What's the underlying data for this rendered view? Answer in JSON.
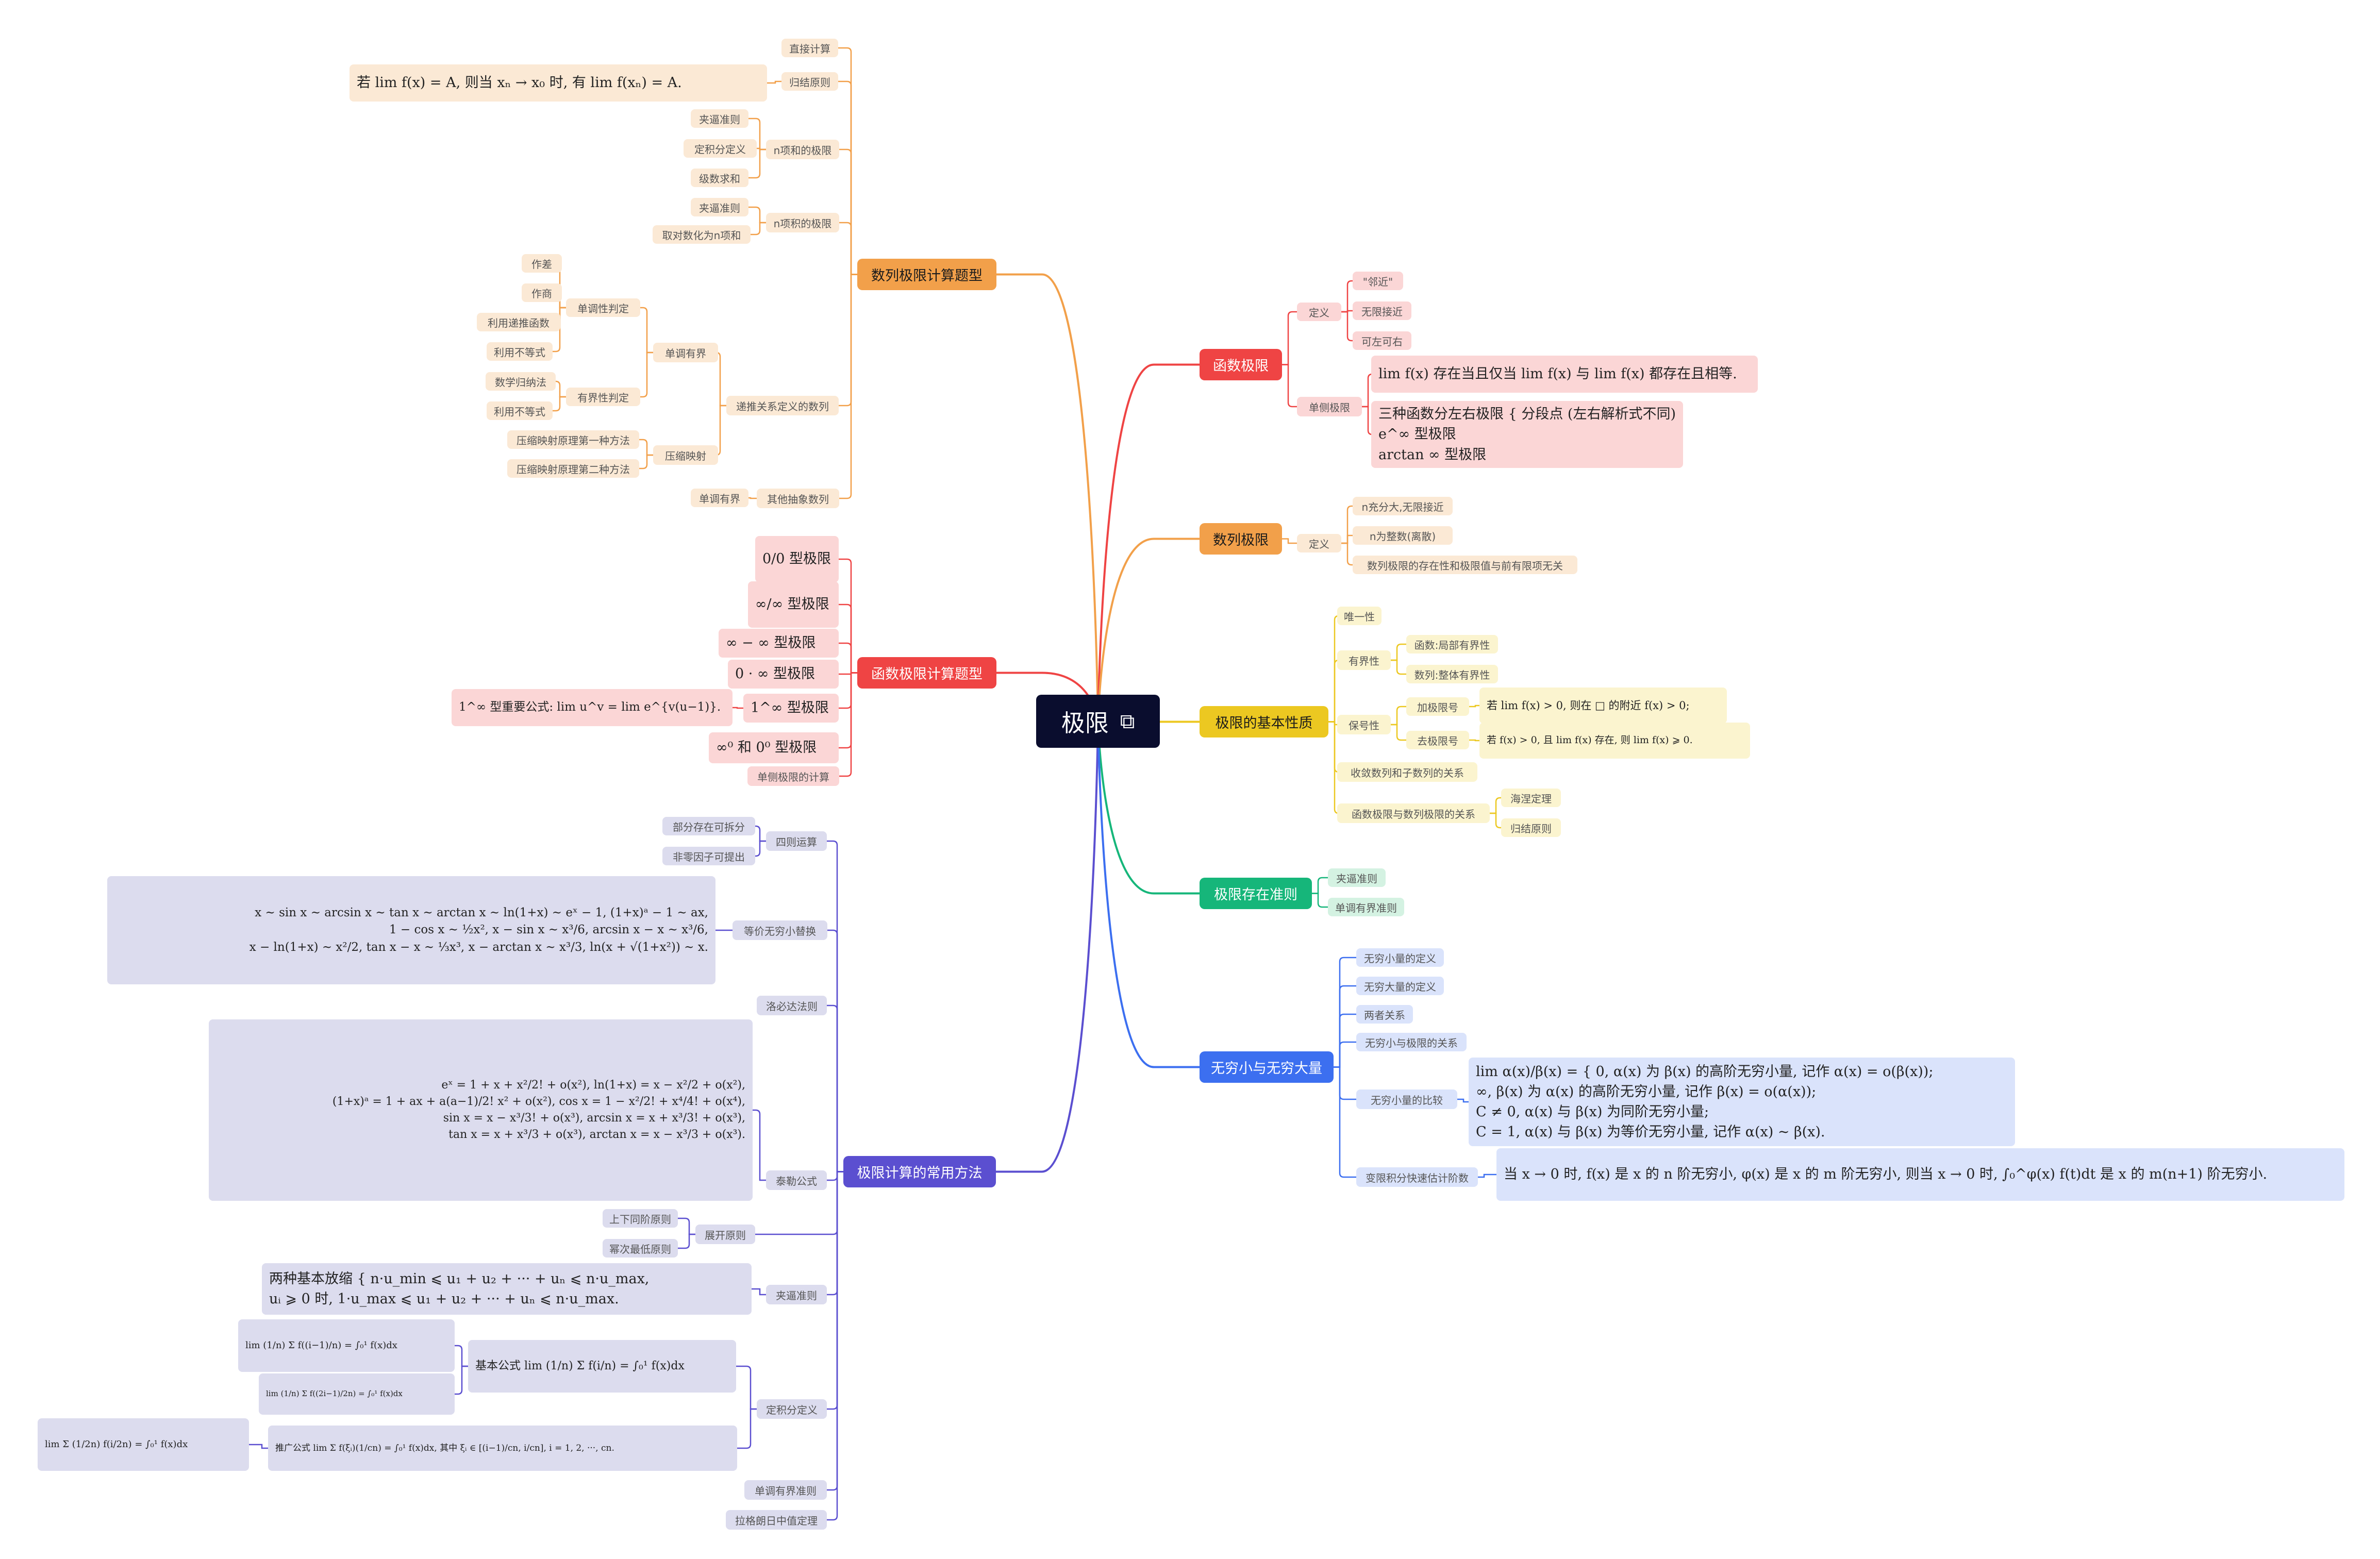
{
  "root": {
    "label": "极限",
    "icon": "link-icon"
  },
  "colors": {
    "orange": "#f2a04a",
    "red": "#ef4444",
    "yellow": "#ecc821",
    "green": "#16b67a",
    "blue": "#3c6ff0",
    "indigo": "#5b4fd0",
    "orange_bg": "#fbe9d5",
    "red_bg": "#fbd6d6",
    "yellow_bg": "#fbf4cf",
    "green_bg": "#d4f2e2",
    "blue_bg": "#dae3fb",
    "indigo_bg": "#dcdcee"
  },
  "nodes": [
    {
      "id": "root",
      "type": "root",
      "parent": null
    },
    {
      "id": "sl",
      "label": "数列极限计算题型",
      "type": "l1",
      "col": "orange",
      "parent": "root"
    },
    {
      "id": "sl1",
      "label": "直接计算",
      "type": "l2",
      "col": "orange",
      "parent": "sl"
    },
    {
      "id": "sl2",
      "label": "归结原则",
      "type": "l2",
      "col": "orange",
      "parent": "sl"
    },
    {
      "id": "sl2a",
      "label": "若 lim f(x) = A, 则当 xₙ → x₀ 时, 有 lim f(xₙ) = A.",
      "type": "math",
      "col": "orange",
      "parent": "sl2"
    },
    {
      "id": "sl3",
      "label": "n项和的极限",
      "type": "l2",
      "col": "orange",
      "parent": "sl"
    },
    {
      "id": "sl3a",
      "label": "夹逼准则",
      "type": "l2",
      "col": "orange",
      "parent": "sl3"
    },
    {
      "id": "sl3b",
      "label": "定积分定义",
      "type": "l2",
      "col": "orange",
      "parent": "sl3"
    },
    {
      "id": "sl3c",
      "label": "级数求和",
      "type": "l2",
      "col": "orange",
      "parent": "sl3"
    },
    {
      "id": "sl4",
      "label": "n项积的极限",
      "type": "l2",
      "col": "orange",
      "parent": "sl"
    },
    {
      "id": "sl4a",
      "label": "夹逼准则",
      "type": "l2",
      "col": "orange",
      "parent": "sl4"
    },
    {
      "id": "sl4b",
      "label": "取对数化为n项和",
      "type": "l2",
      "col": "orange",
      "parent": "sl4"
    },
    {
      "id": "sl5",
      "label": "递推关系定义的数列",
      "type": "l2",
      "col": "orange",
      "parent": "sl"
    },
    {
      "id": "sl5a",
      "label": "单调有界",
      "type": "l2",
      "col": "orange",
      "parent": "sl5"
    },
    {
      "id": "sl5a1",
      "label": "单调性判定",
      "type": "l2",
      "col": "orange",
      "parent": "sl5a"
    },
    {
      "id": "sl5a1a",
      "label": "作差",
      "type": "l2",
      "col": "orange",
      "parent": "sl5a1"
    },
    {
      "id": "sl5a1b",
      "label": "作商",
      "type": "l2",
      "col": "orange",
      "parent": "sl5a1"
    },
    {
      "id": "sl5a1c",
      "label": "利用递推函数",
      "type": "l2",
      "col": "orange",
      "parent": "sl5a1"
    },
    {
      "id": "sl5a1d",
      "label": "利用不等式",
      "type": "l2",
      "col": "orange",
      "parent": "sl5a1"
    },
    {
      "id": "sl5a2",
      "label": "有界性判定",
      "type": "l2",
      "col": "orange",
      "parent": "sl5a"
    },
    {
      "id": "sl5a2a",
      "label": "数学归纳法",
      "type": "l2",
      "col": "orange",
      "parent": "sl5a2"
    },
    {
      "id": "sl5a2b",
      "label": "利用不等式",
      "type": "l2",
      "col": "orange",
      "parent": "sl5a2"
    },
    {
      "id": "sl5b",
      "label": "压缩映射",
      "type": "l2",
      "col": "orange",
      "parent": "sl5"
    },
    {
      "id": "sl5b1",
      "label": "压缩映射原理第一种方法",
      "type": "l2",
      "col": "orange",
      "parent": "sl5b"
    },
    {
      "id": "sl5b2",
      "label": "压缩映射原理第二种方法",
      "type": "l2",
      "col": "orange",
      "parent": "sl5b"
    },
    {
      "id": "sl6",
      "label": "其他抽象数列",
      "type": "l2",
      "col": "orange",
      "parent": "sl"
    },
    {
      "id": "sl6a",
      "label": "单调有界",
      "type": "l2",
      "col": "orange",
      "parent": "sl6"
    },
    {
      "id": "fl",
      "label": "函数极限计算题型",
      "type": "l1",
      "col": "red",
      "parent": "root"
    },
    {
      "id": "fl1",
      "label": "0/0 型极限",
      "type": "math",
      "col": "red",
      "parent": "fl"
    },
    {
      "id": "fl2",
      "label": "∞/∞ 型极限",
      "type": "math",
      "col": "red",
      "parent": "fl"
    },
    {
      "id": "fl3",
      "label": "∞ − ∞ 型极限",
      "type": "math",
      "col": "red",
      "parent": "fl"
    },
    {
      "id": "fl4",
      "label": "0 · ∞ 型极限",
      "type": "math",
      "col": "red",
      "parent": "fl"
    },
    {
      "id": "fl5",
      "label": "1^∞ 型极限",
      "type": "math",
      "col": "red",
      "parent": "fl"
    },
    {
      "id": "fl5a",
      "label": "1^∞ 型重要公式: lim u^v = lim e^{v(u−1)}.",
      "type": "math",
      "col": "red",
      "parent": "fl5"
    },
    {
      "id": "fl6",
      "label": "∞⁰ 和 0⁰ 型极限",
      "type": "math",
      "col": "red",
      "parent": "fl"
    },
    {
      "id": "fl7",
      "label": "单侧极限的计算",
      "type": "l2",
      "col": "red",
      "parent": "fl"
    },
    {
      "id": "cm",
      "label": "极限计算的常用方法",
      "type": "l1",
      "col": "indigo",
      "parent": "root"
    },
    {
      "id": "cm1",
      "label": "四则运算",
      "type": "l2",
      "col": "indigo",
      "parent": "cm"
    },
    {
      "id": "cm1a",
      "label": "部分存在可拆分",
      "type": "l2",
      "col": "indigo",
      "parent": "cm1"
    },
    {
      "id": "cm1b",
      "label": "非零因子可提出",
      "type": "l2",
      "col": "indigo",
      "parent": "cm1"
    },
    {
      "id": "cm2",
      "label": "等价无穷小替换",
      "type": "l2",
      "col": "indigo",
      "parent": "cm"
    },
    {
      "id": "cm2a",
      "label": "x ~ sin x ~ arcsin x ~ tan x ~ arctan x ~ ln(1+x) ~ eˣ − 1, (1+x)ᵃ − 1 ~ ax,|1 − cos x ~ ½x², x − sin x ~ x³/6, arcsin x − x ~ x³/6,|x − ln(1+x) ~ x²/2, tan x − x ~ ⅓x³, x − arctan x ~ x³/3, ln(x + √(1+x²)) ~ x.",
      "type": "math",
      "align": "right",
      "col": "indigo",
      "parent": "cm2"
    },
    {
      "id": "cm3",
      "label": "洛必达法则",
      "type": "l2",
      "col": "indigo",
      "parent": "cm"
    },
    {
      "id": "cm4",
      "label": "泰勒公式",
      "type": "l2",
      "col": "indigo",
      "parent": "cm"
    },
    {
      "id": "cm4a",
      "label": "eˣ = 1 + x + x²/2! + o(x²), ln(1+x) = x − x²/2 + o(x²),|(1+x)ᵃ = 1 + ax + a(a−1)/2! x² + o(x²), cos x = 1 − x²/2! + x⁴/4! + o(x⁴),|sin x = x − x³/3! + o(x³), arcsin x = x + x³/3! + o(x³),|tan x = x + x³/3 + o(x³), arctan x = x − x³/3 + o(x³).",
      "type": "math",
      "align": "right",
      "col": "indigo",
      "parent": "cm4"
    },
    {
      "id": "cm5",
      "label": "展开原则",
      "type": "l2",
      "col": "indigo",
      "parent": "cm"
    },
    {
      "id": "cm5a",
      "label": "上下同阶原则",
      "type": "l2",
      "col": "indigo",
      "parent": "cm5"
    },
    {
      "id": "cm5b",
      "label": "幂次最低原则",
      "type": "l2",
      "col": "indigo",
      "parent": "cm5"
    },
    {
      "id": "cm6",
      "label": "夹逼准则",
      "type": "l2",
      "col": "indigo",
      "parent": "cm"
    },
    {
      "id": "cm6a",
      "label": "两种基本放缩 { n·u_min ⩽ u₁ + u₂ + ··· + uₙ ⩽ n·u_max,|uᵢ ⩾ 0 时, 1·u_max ⩽ u₁ + u₂ + ··· + uₙ ⩽ n·u_max.",
      "type": "math",
      "align": "left",
      "col": "indigo",
      "parent": "cm6"
    },
    {
      "id": "cm7",
      "label": "定积分定义",
      "type": "l2",
      "col": "indigo",
      "parent": "cm"
    },
    {
      "id": "cm7a",
      "label": "基本公式 lim (1/n) Σ f(i/n) = ∫₀¹ f(x)dx",
      "type": "math",
      "col": "indigo",
      "parent": "cm7"
    },
    {
      "id": "cm7a1",
      "label": "lim (1/n) Σ f((i−1)/n) = ∫₀¹ f(x)dx",
      "type": "math",
      "col": "indigo",
      "parent": "cm7a"
    },
    {
      "id": "cm7a2",
      "label": "lim (1/n) Σ f((2i−1)/2n) = ∫₀¹ f(x)dx",
      "type": "math",
      "col": "indigo",
      "parent": "cm7a"
    },
    {
      "id": "cm7b",
      "label": "推广公式 lim Σ f(ξᵢ)(1/cn) = ∫₀¹ f(x)dx, 其中 ξᵢ ∈ [(i−1)/cn, i/cn], i = 1, 2, ···, cn.",
      "type": "math",
      "col": "indigo",
      "parent": "cm7"
    },
    {
      "id": "cm7b1",
      "label": "lim Σ (1/2n) f(i/2n) = ∫₀¹ f(x)dx",
      "type": "math",
      "col": "indigo",
      "parent": "cm7b"
    },
    {
      "id": "cm8",
      "label": "单调有界准则",
      "type": "l2",
      "col": "indigo",
      "parent": "cm"
    },
    {
      "id": "cm9",
      "label": "拉格朗日中值定理",
      "type": "l2",
      "col": "indigo",
      "parent": "cm"
    },
    {
      "id": "hl",
      "label": "函数极限",
      "type": "l1",
      "col": "red",
      "parent": "root"
    },
    {
      "id": "hl1",
      "label": "定义",
      "type": "l2",
      "col": "red",
      "parent": "hl"
    },
    {
      "id": "hl1a",
      "label": "\"邻近\"",
      "type": "l2",
      "col": "red",
      "parent": "hl1"
    },
    {
      "id": "hl1b",
      "label": "无限接近",
      "type": "l2",
      "col": "red",
      "parent": "hl1"
    },
    {
      "id": "hl1c",
      "label": "可左可右",
      "type": "l2",
      "col": "red",
      "parent": "hl1"
    },
    {
      "id": "hl2",
      "label": "单侧极限",
      "type": "l2",
      "col": "red",
      "parent": "hl"
    },
    {
      "id": "hl2a",
      "label": "lim f(x) 存在当且仅当 lim f(x) 与 lim f(x) 都存在且相等.",
      "type": "math",
      "col": "red",
      "parent": "hl2"
    },
    {
      "id": "hl2b",
      "label": "三种函数分左右极限 { 分段点 (左右解析式不同)|e^∞ 型极限|arctan ∞ 型极限",
      "type": "math",
      "align": "left",
      "col": "red",
      "parent": "hl2"
    },
    {
      "id": "sq",
      "label": "数列极限",
      "type": "l1",
      "col": "orange",
      "parent": "root"
    },
    {
      "id": "sq1",
      "label": "定义",
      "type": "l2",
      "col": "orange",
      "parent": "sq"
    },
    {
      "id": "sq1a",
      "label": "n充分大,无限接近",
      "type": "l2",
      "col": "orange",
      "parent": "sq1"
    },
    {
      "id": "sq1b",
      "label": "n为整数(离散)",
      "type": "l2",
      "col": "orange",
      "parent": "sq1"
    },
    {
      "id": "sq1c",
      "label": "数列极限的存在性和极限值与前有限项无关",
      "type": "l2",
      "col": "orange",
      "parent": "sq1"
    },
    {
      "id": "bp",
      "label": "极限的基本性质",
      "type": "l1",
      "col": "yellow",
      "parent": "root"
    },
    {
      "id": "bp1",
      "label": "唯一性",
      "type": "l2",
      "col": "yellow",
      "parent": "bp"
    },
    {
      "id": "bp2",
      "label": "有界性",
      "type": "l2",
      "col": "yellow",
      "parent": "bp"
    },
    {
      "id": "bp2a",
      "label": "函数:局部有界性",
      "type": "l2",
      "col": "yellow",
      "parent": "bp2"
    },
    {
      "id": "bp2b",
      "label": "数列:整体有界性",
      "type": "l2",
      "col": "yellow",
      "parent": "bp2"
    },
    {
      "id": "bp3",
      "label": "保号性",
      "type": "l2",
      "col": "yellow",
      "parent": "bp"
    },
    {
      "id": "bp3a",
      "label": "加极限号",
      "type": "l2",
      "col": "yellow",
      "parent": "bp3"
    },
    {
      "id": "bp3a1",
      "label": "若 lim f(x) > 0, 则在 □ 的附近 f(x) > 0;",
      "type": "math",
      "col": "yellow",
      "parent": "bp3a"
    },
    {
      "id": "bp3b",
      "label": "去极限号",
      "type": "l2",
      "col": "yellow",
      "parent": "bp3"
    },
    {
      "id": "bp3b1",
      "label": "若 f(x) > 0, 且 lim f(x) 存在, 则 lim f(x) ⩾ 0.",
      "type": "math",
      "col": "yellow",
      "parent": "bp3b"
    },
    {
      "id": "bp4",
      "label": "收敛数列和子数列的关系",
      "type": "l2",
      "col": "yellow",
      "parent": "bp"
    },
    {
      "id": "bp5",
      "label": "函数极限与数列极限的关系",
      "type": "l2",
      "col": "yellow",
      "parent": "bp"
    },
    {
      "id": "bp5a",
      "label": "海涅定理",
      "type": "l2",
      "col": "yellow",
      "parent": "bp5"
    },
    {
      "id": "bp5b",
      "label": "归结原则",
      "type": "l2",
      "col": "yellow",
      "parent": "bp5"
    },
    {
      "id": "ex",
      "label": "极限存在准则",
      "type": "l1",
      "col": "green",
      "parent": "root"
    },
    {
      "id": "ex1",
      "label": "夹逼准则",
      "type": "l2",
      "col": "green",
      "parent": "ex"
    },
    {
      "id": "ex2",
      "label": "单调有界准则",
      "type": "l2",
      "col": "green",
      "parent": "ex"
    },
    {
      "id": "in",
      "label": "无穷小与无穷大量",
      "type": "l1",
      "col": "blue",
      "parent": "root"
    },
    {
      "id": "in1",
      "label": "无穷小量的定义",
      "type": "l2",
      "col": "blue",
      "parent": "in"
    },
    {
      "id": "in2",
      "label": "无穷大量的定义",
      "type": "l2",
      "col": "blue",
      "parent": "in"
    },
    {
      "id": "in3",
      "label": "两者关系",
      "type": "l2",
      "col": "blue",
      "parent": "in"
    },
    {
      "id": "in4",
      "label": "无穷小与极限的关系",
      "type": "l2",
      "col": "blue",
      "parent": "in"
    },
    {
      "id": "in5",
      "label": "无穷小量的比较",
      "type": "l2",
      "col": "blue",
      "parent": "in"
    },
    {
      "id": "in5a",
      "label": "lim α(x)/β(x) = { 0,  α(x) 为 β(x) 的高阶无穷小量, 记作 α(x) = o(β(x));|∞,  β(x) 为 α(x) 的高阶无穷小量, 记作 β(x) = o(α(x));|C ≠ 0,  α(x) 与 β(x) 为同阶无穷小量;|C = 1,  α(x) 与 β(x) 为等价无穷小量, 记作 α(x) ~ β(x).",
      "type": "math",
      "align": "left",
      "col": "blue",
      "parent": "in5"
    },
    {
      "id": "in6",
      "label": "变限积分快速估计阶数",
      "type": "l2",
      "col": "blue",
      "parent": "in"
    },
    {
      "id": "in6a",
      "label": "当 x → 0 时, f(x) 是 x 的 n 阶无穷小, φ(x) 是 x 的 m 阶无穷小, 则当 x → 0 时, ∫₀^φ(x) f(t)dt 是 x 的 m(n+1) 阶无穷小.",
      "type": "math",
      "col": "blue",
      "parent": "in6"
    }
  ]
}
